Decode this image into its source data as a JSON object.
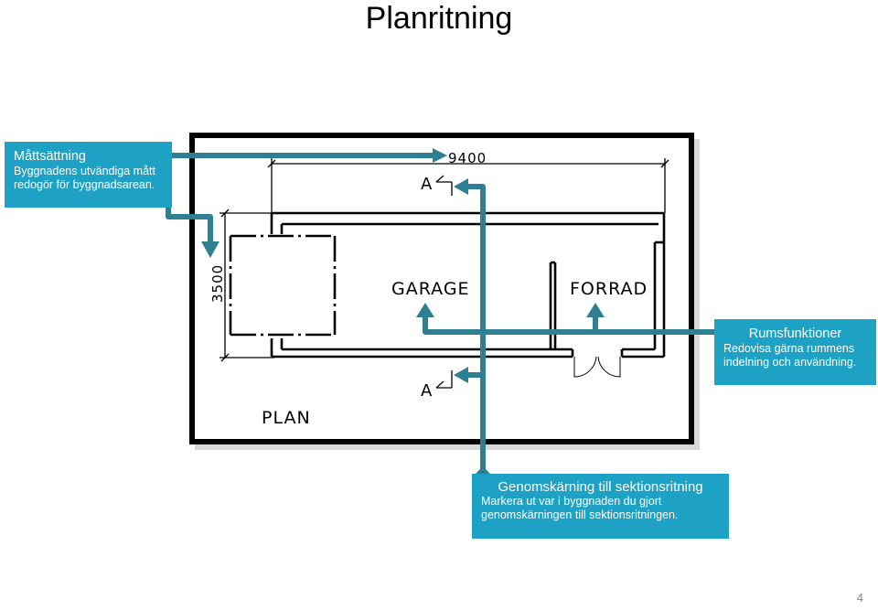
{
  "title": "Planritning",
  "page_number": "4",
  "colors": {
    "callout": "#1da1c4",
    "arrow": "#2f7f92"
  },
  "callouts": {
    "mattsattning": {
      "heading": "Måttsättning",
      "lines": [
        "Byggnadens utvändiga mått",
        "redogör för byggnadsarean."
      ]
    },
    "rumsfunktioner": {
      "heading": "Rumsfunktioner",
      "lines": [
        "Redovisa gärna rummens",
        "indelning och användning."
      ]
    },
    "genomskarning": {
      "heading": "Genomskärning till sektionsritning",
      "lines": [
        "Markera ut var i byggnaden du gjort",
        "genomskärningen till sektionsritningen."
      ]
    }
  },
  "drawing": {
    "dim_length": "9400",
    "dim_width": "3500",
    "section_mark": "A",
    "room_garage": "GARAGE",
    "room_forrad": "FORRAD",
    "plan_label": "PLAN"
  }
}
